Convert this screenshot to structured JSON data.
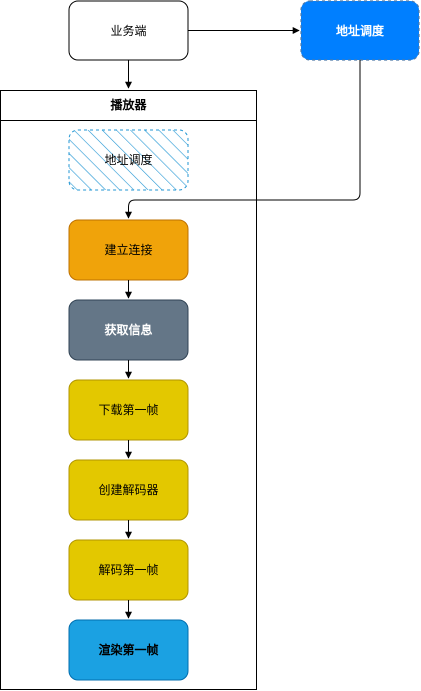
{
  "diagram": {
    "nodes": {
      "business": {
        "label": "业务端"
      },
      "addr_dispatch_external": {
        "label": "地址调度",
        "fill": "#007fff",
        "stroke": "#4d79a8",
        "text_color": "#ffffff"
      },
      "player": {
        "label": "播放器"
      },
      "addr_dispatch_internal": {
        "label": "地址调度",
        "hatch": "#2196d3"
      },
      "connect": {
        "label": "建立连接",
        "fill": "#f0a30a",
        "stroke": "#bd7000",
        "text_color": "#000000"
      },
      "fetch_info": {
        "label": "获取信息",
        "fill": "#647687",
        "stroke": "#314354",
        "text_color": "#ffffff"
      },
      "download_first_frame": {
        "label": "下载第一帧",
        "fill": "#e3c800",
        "stroke": "#b09500",
        "text_color": "#000000"
      },
      "create_decoder": {
        "label": "创建解码器",
        "fill": "#e3c800",
        "stroke": "#b09500",
        "text_color": "#000000"
      },
      "decode_first_frame": {
        "label": "解码第一帧",
        "fill": "#e3c800",
        "stroke": "#b09500",
        "text_color": "#000000"
      },
      "render_first_frame": {
        "label": "渲染第一帧",
        "fill": "#1ba1e2",
        "stroke": "#006eaf",
        "text_color": "#000000"
      }
    }
  }
}
